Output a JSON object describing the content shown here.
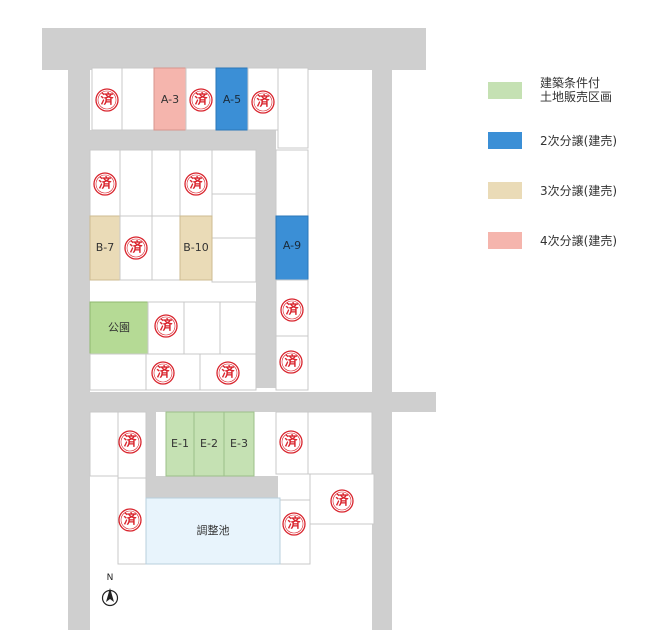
{
  "sold_mark": "済",
  "colors": {
    "road": "#cfcfcf",
    "green": "#c5e1b3",
    "blue": "#3b8fd6",
    "tan": "#eadbb7",
    "pink": "#f5b5ad",
    "sold": "#d9252e"
  },
  "legend": {
    "items": [
      {
        "line1": "建築条件付",
        "line2": "土地販売区画",
        "color": "#c5e1b3"
      },
      {
        "line1": "2次分譲(建売)",
        "line2": "",
        "color": "#3b8fd6"
      },
      {
        "line1": "3次分譲(建売)",
        "line2": "",
        "color": "#eadbb7"
      },
      {
        "line1": "4次分譲(建売)",
        "line2": "",
        "color": "#f5b5ad"
      }
    ]
  },
  "lots": {
    "a3": "A-3",
    "a5": "A-5",
    "a9": "A-9",
    "b7": "B-7",
    "b10": "B-10",
    "e1": "E-1",
    "e2": "E-2",
    "e3": "E-3"
  },
  "facilities": {
    "park": "公園",
    "pond": "調整池"
  },
  "compass": {
    "label": "N",
    "icon": "north-arrow-icon"
  }
}
